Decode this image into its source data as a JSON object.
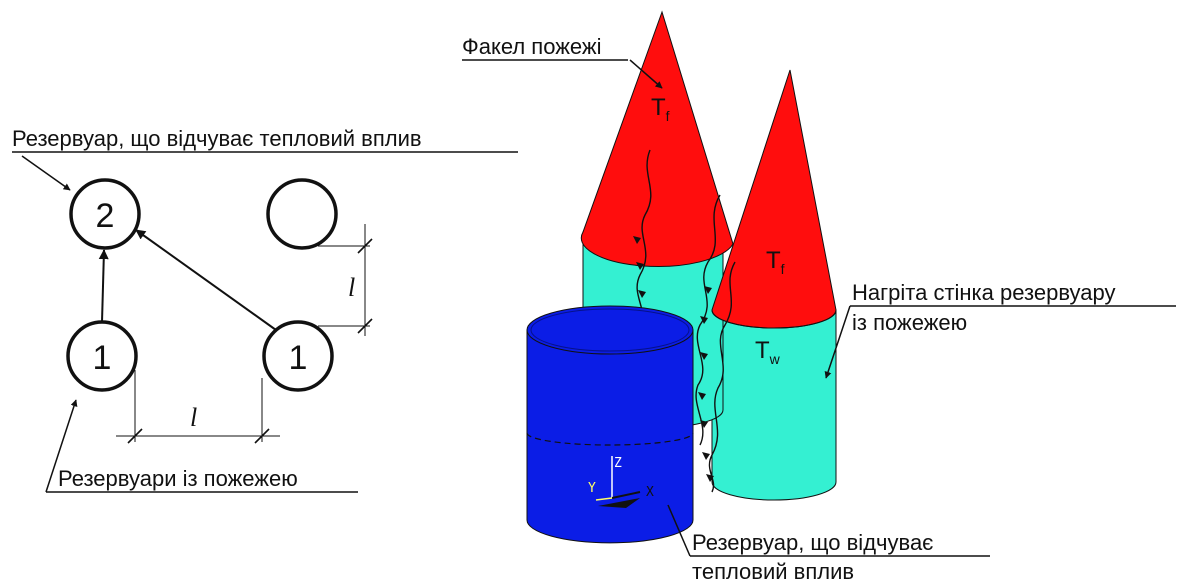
{
  "plan": {
    "label_receiving_tank": "Резервуар, що відчуває тепловий вплив",
    "label_fire_tanks": "Резервуари із пожежею",
    "receiving_tank_number": "2",
    "fire_tank_number": "1",
    "spacing_symbol": "l"
  },
  "model3d": {
    "label_flame": "Факел пожежі",
    "label_heated_wall": "Нагріта стінка резервуару",
    "label_heated_wall_line2": "із пожежею",
    "label_receiving_tank": "Резервуар, що відчуває",
    "label_receiving_tank_line2": "тепловий вплив",
    "flame_temp_symbol": "T",
    "flame_temp_subscript": "f",
    "wall_temp_symbol": "T",
    "wall_temp_subscript": "w",
    "axis_x": "X",
    "axis_y": "Y",
    "axis_z": "Z"
  },
  "colors": {
    "flame": "#ff0d0d",
    "heated_wall": "#34f0d2",
    "receiving_tank": "#0b1de6",
    "line": "#111111"
  }
}
